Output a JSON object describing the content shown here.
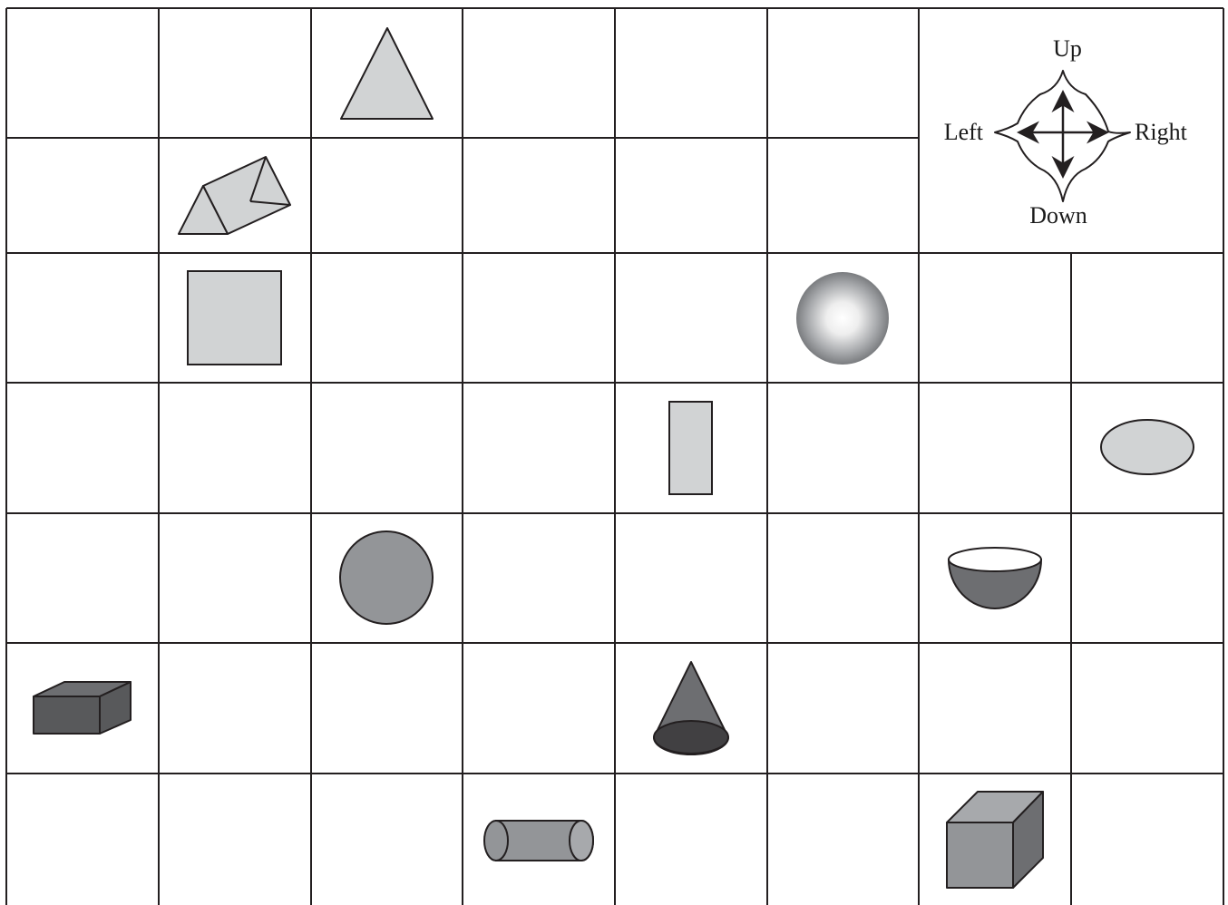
{
  "compass": {
    "up": "Up",
    "down": "Down",
    "left": "Left",
    "right": "Right"
  },
  "grid": {
    "columns": 8,
    "rows": 7,
    "compass_block": "rows 1-2, columns 7-8"
  },
  "shapes": [
    {
      "id": "triangle",
      "row": 1,
      "column": 3
    },
    {
      "id": "triangular-prism",
      "row": 2,
      "column": 2
    },
    {
      "id": "square",
      "row": 3,
      "column": 2
    },
    {
      "id": "sphere",
      "row": 3,
      "column": 6
    },
    {
      "id": "rectangle",
      "row": 4,
      "column": 5
    },
    {
      "id": "ellipse",
      "row": 4,
      "column": 8
    },
    {
      "id": "circle",
      "row": 5,
      "column": 3
    },
    {
      "id": "hemisphere",
      "row": 5,
      "column": 7
    },
    {
      "id": "rectangular-prism",
      "row": 6,
      "column": 1
    },
    {
      "id": "cone",
      "row": 6,
      "column": 5
    },
    {
      "id": "cylinder",
      "row": 7,
      "column": 4
    },
    {
      "id": "cube",
      "row": 7,
      "column": 7
    }
  ],
  "colors": {
    "light_fill": "#d1d3d4",
    "mid_fill": "#939598",
    "dark_fill": "#58595b",
    "line": "#231f20"
  }
}
